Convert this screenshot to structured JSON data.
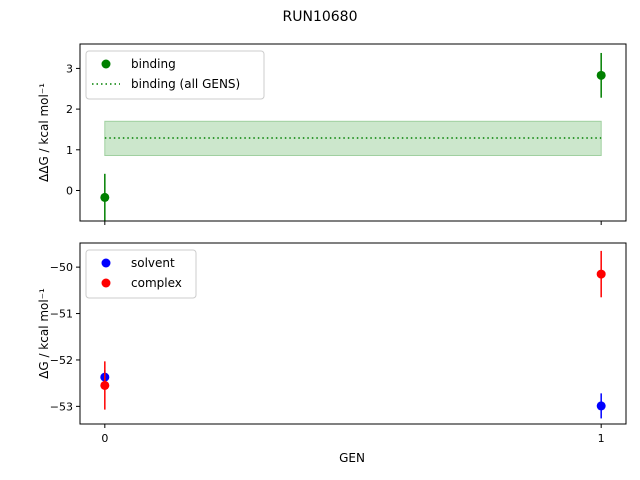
{
  "figure": {
    "suptitle": "RUN10680",
    "xlabel": "GEN"
  },
  "chart_data": [
    {
      "type": "scatter",
      "ylabel": "ΔΔG / kcal mol⁻¹",
      "xlim": [
        -0.05,
        1.05
      ],
      "ylim": [
        -0.75,
        3.6
      ],
      "yticks": [
        0,
        1,
        2,
        3
      ],
      "xticks": [
        0,
        1
      ],
      "grid": false,
      "legend_position": "upper-left",
      "series": [
        {
          "name": "binding",
          "color": "#008000",
          "marker": "circle",
          "points": [
            {
              "x": 0,
              "y": -0.17,
              "yerr": 0.58
            },
            {
              "x": 1,
              "y": 2.83,
              "yerr": 0.55
            }
          ]
        },
        {
          "name": "binding (all GENS)",
          "color": "#008000",
          "style": "dotted-line",
          "x_range": [
            0,
            1
          ],
          "y": 1.29,
          "band": [
            0.86,
            1.7
          ],
          "band_color": "#cce7cc"
        }
      ]
    },
    {
      "type": "scatter",
      "ylabel": "ΔG / kcal mol⁻¹",
      "xlim": [
        -0.05,
        1.05
      ],
      "ylim": [
        -53.38,
        -49.48
      ],
      "yticks": [
        -53,
        -52,
        -51,
        -50
      ],
      "xticks": [
        0,
        1
      ],
      "xticklabels": [
        "0",
        "1"
      ],
      "grid": false,
      "legend_position": "upper-left",
      "series": [
        {
          "name": "solvent",
          "color": "#0000ff",
          "marker": "circle",
          "points": [
            {
              "x": 0,
              "y": -52.37,
              "yerr": 0.15
            },
            {
              "x": 1,
              "y": -52.99,
              "yerr": 0.27
            }
          ]
        },
        {
          "name": "complex",
          "color": "#ff0000",
          "marker": "circle",
          "points": [
            {
              "x": 0,
              "y": -52.55,
              "yerr": 0.52
            },
            {
              "x": 1,
              "y": -50.15,
              "yerr": 0.5
            }
          ]
        }
      ]
    }
  ]
}
